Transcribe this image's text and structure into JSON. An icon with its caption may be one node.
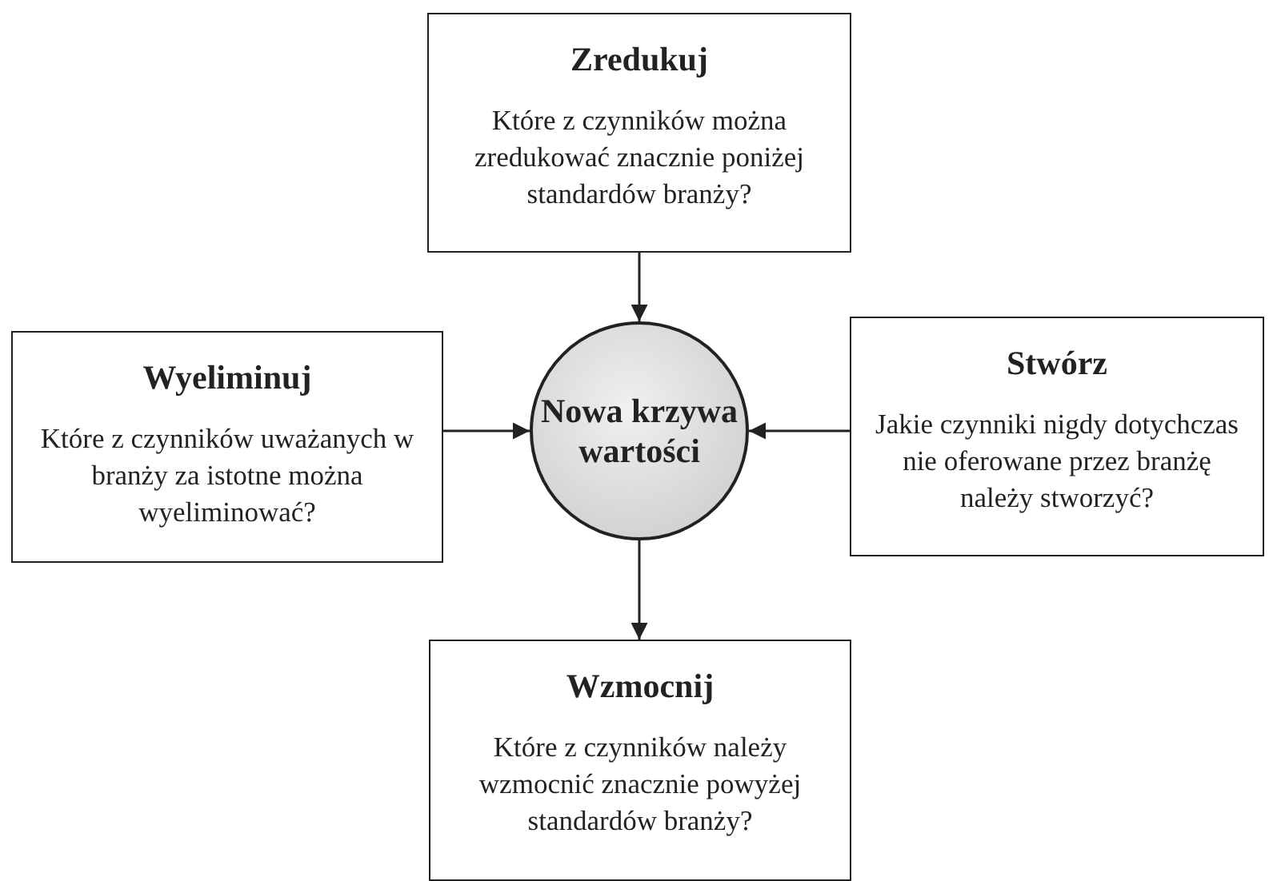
{
  "diagram": {
    "nodes": [
      {
        "text": [
          "Zredukuj",
          "Które z czynników można zredukować znacznie poniżej standardów branży?"
        ]
      },
      {
        "text": [
          "Wyeliminuj",
          "Które z czynników uważanych w branży za istotne można wyeliminować?"
        ]
      },
      {
        "text": [
          "Nowa krzywa wartości"
        ]
      },
      {
        "text": [
          "Stwórz",
          "Jakie czynniki nigdy dotychczas nie oferowane przez branżę należy stworzyć?"
        ]
      },
      {
        "text": [
          "Wzmocnij",
          "Które z czynników należy wzmocnić znacznie powyżej standardów branży?"
        ]
      }
    ],
    "edges": [
      {
        "from": 0,
        "to": 2,
        "arrow": "to"
      },
      {
        "from": 1,
        "to": 2,
        "arrow": "to"
      },
      {
        "from": 3,
        "to": 2,
        "arrow": "to"
      },
      {
        "from": 2,
        "to": 4,
        "arrow": "to"
      }
    ]
  }
}
